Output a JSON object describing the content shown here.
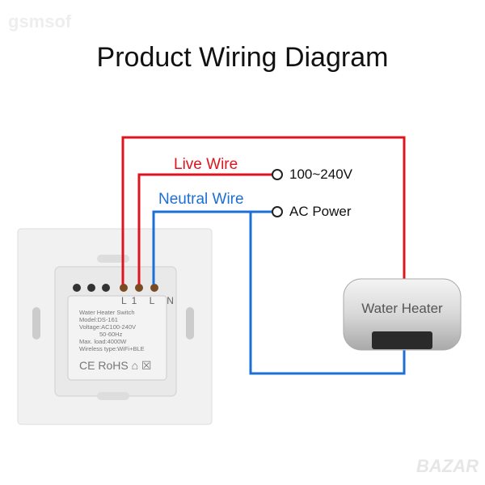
{
  "title": "Product Wiring Diagram",
  "watermark_top": "gsmsof",
  "watermark_bottom": "BAZAR",
  "wires": {
    "live_label": "Live Wire",
    "neutral_label": "Neutral Wire",
    "live_color": "#e0141e",
    "neutral_color": "#1d6fd6"
  },
  "terminals": {
    "top": "100~240V",
    "bottom": "AC Power"
  },
  "heater": {
    "label": "Water Heater"
  },
  "switch": {
    "terminal_labels": "L1 L N",
    "label_lines": [
      "Water Heater Switch",
      "Model:DS-161",
      "Voltage:AC100-240V",
      "            50-60Hz",
      "Max. load:4000W",
      "Wireless type:WiFi+BLE"
    ],
    "marks": "CE RoHS ⌂ ☒"
  }
}
